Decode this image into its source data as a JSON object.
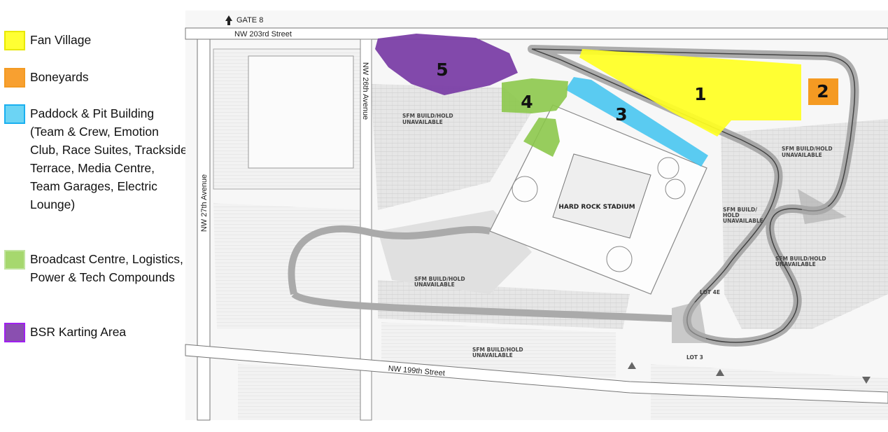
{
  "legend": [
    {
      "label": "Fan Village",
      "color": "#ffff33",
      "border": "#e8e800"
    },
    {
      "label": "Boneyards",
      "color": "#f8a030",
      "border": "#f39a22"
    },
    {
      "label": "Paddock & Pit Building (Team & Crew, Emotion Club, Race Suites, Trackside Terrace, Media Centre, Team Garages, Electric Lounge)",
      "color": "#6cd4f4",
      "border": "#1ab0f0"
    },
    {
      "label": "Broadcast Centre, Logistics, Power & Tech Compounds",
      "color": "#a6d86e",
      "border": "#c2e4a0"
    },
    {
      "label": "BSR Karting Area",
      "color": "#8a4fb0",
      "border": "#a020f0"
    }
  ],
  "zones": {
    "fan_village": "1",
    "boneyards": "2",
    "paddock": "3",
    "broadcast": "4",
    "karting": "5"
  },
  "map": {
    "gate": "GATE 8",
    "road_north": "NW 203rd Street",
    "road_south": "NW 199th Street",
    "road_west": "NW 27th Avenue",
    "road_mid": "NW 26th Avenue",
    "stadium": "HARD ROCK STADIUM",
    "sfm1": "SFM BUILD/HOLD",
    "sfm1b": "UNAVAILABLE",
    "sfm_east_a": "SFM BUILD/HOLD",
    "sfm_east_b": "UNAVAILABLE",
    "sfm_mid_a": "SFM BUILD/",
    "sfm_mid_b": "HOLD",
    "sfm_mid_c": "UNAVAILABLE",
    "sfm_se_a": "SFM BUILD/HOLD",
    "sfm_se_b": "UNAVAILABLE",
    "sfm_sw_a": "SFM BUILD/HOLD",
    "sfm_sw_b": "UNAVAILABLE",
    "sfm_s_a": "SFM BUILD/HOLD",
    "sfm_s_b": "UNAVAILABLE",
    "lot3": "LOT 3",
    "lot4e": "LOT 4E"
  }
}
